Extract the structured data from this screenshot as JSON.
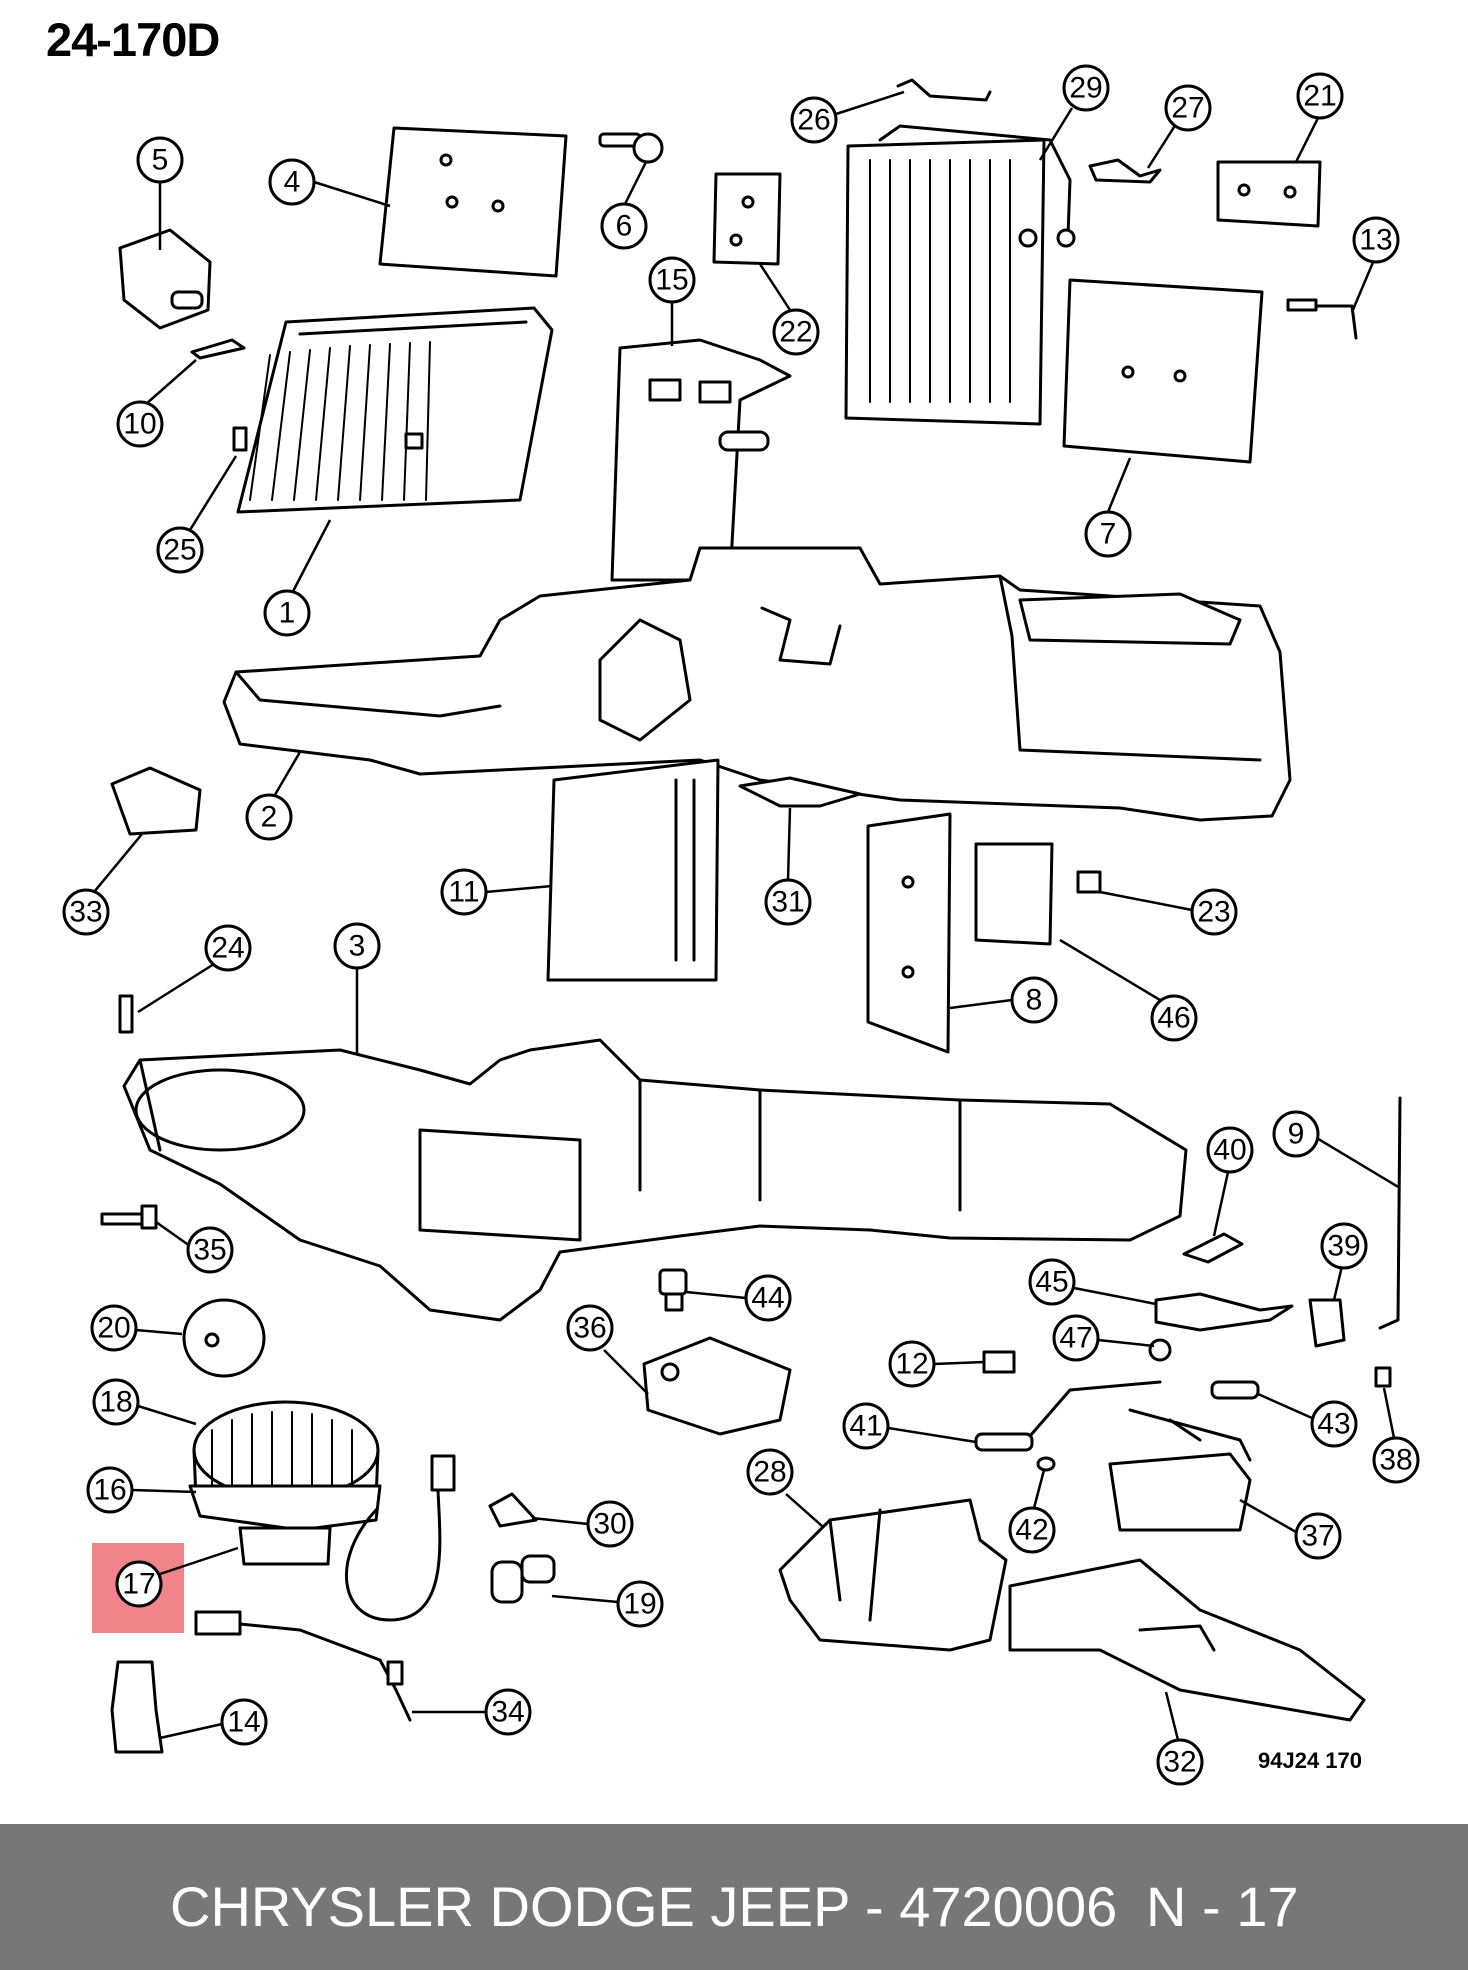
{
  "diagram": {
    "title": "24-170D",
    "drawing_code": "94J24  170",
    "highlighted_part": "17",
    "callouts": [
      "1",
      "2",
      "3",
      "4",
      "5",
      "6",
      "7",
      "8",
      "9",
      "10",
      "11",
      "12",
      "13",
      "14",
      "15",
      "16",
      "17",
      "18",
      "19",
      "20",
      "21",
      "22",
      "23",
      "24",
      "25",
      "26",
      "27",
      "28",
      "29",
      "30",
      "31",
      "32",
      "33",
      "34",
      "35",
      "36",
      "37",
      "38",
      "39",
      "40",
      "41",
      "42",
      "43",
      "44",
      "45",
      "46",
      "47"
    ]
  },
  "footer": {
    "brand_part": "CHRYSLER DODGE JEEP - 4720006",
    "page": "N - 17"
  },
  "colors": {
    "highlight": "#ef6f76",
    "footer_bg": "#777777",
    "footer_text": "#ffffff"
  }
}
